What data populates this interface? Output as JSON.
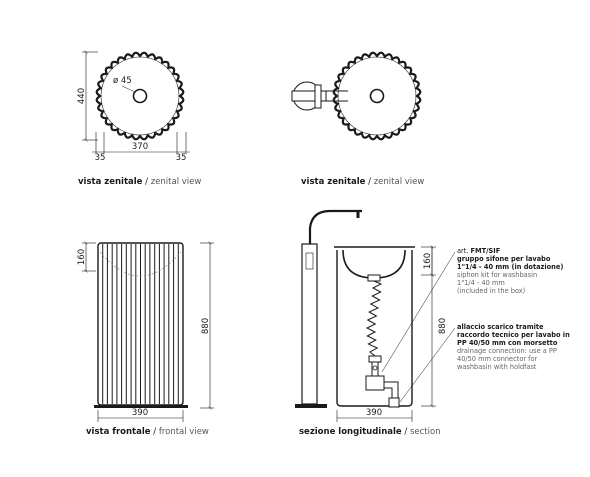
{
  "views": {
    "top1": {
      "label_it": "vista zenitale",
      "label_en": "zenital view",
      "sep": " / "
    },
    "top2": {
      "label_it": "vista zenitale",
      "label_en": "zenital view",
      "sep": " / "
    },
    "front": {
      "label_it": "vista frontale",
      "label_en": "frontal view",
      "sep": " / "
    },
    "section": {
      "label_it": "sezione longitudinale",
      "label_en": "section",
      "sep": " / "
    }
  },
  "dimensions": {
    "top_height": "440",
    "drain_diameter": "ø 45",
    "top_width": "370",
    "rim_left": "35",
    "rim_right": "35",
    "front_top": "160",
    "front_height": "880",
    "front_width": "390",
    "section_top": "160",
    "section_height": "880",
    "section_width": "390"
  },
  "notes": {
    "siphon": {
      "code_prefix": "art. ",
      "code": "FMT/SIF",
      "line1": "gruppo sifone per lavabo",
      "line2": "1\"1/4 - 40 mm (in dotazione)",
      "line3": "siphon kit for washbasin",
      "line4": "1\"1/4 - 40 mm",
      "line5": "(included in the box)"
    },
    "drain": {
      "line1": "allaccio scarico tramite",
      "line2": "raccordo tecnico per lavabo in",
      "line3": "PP 40/50 mm con morsetto",
      "line4": "drainage connection: use a PP",
      "line5": "40/50 mm connector for",
      "line6": "washbasin with holdfast"
    }
  },
  "colors": {
    "line": "#1a1a1a",
    "light_line": "#777777",
    "fill": "#ffffff"
  }
}
